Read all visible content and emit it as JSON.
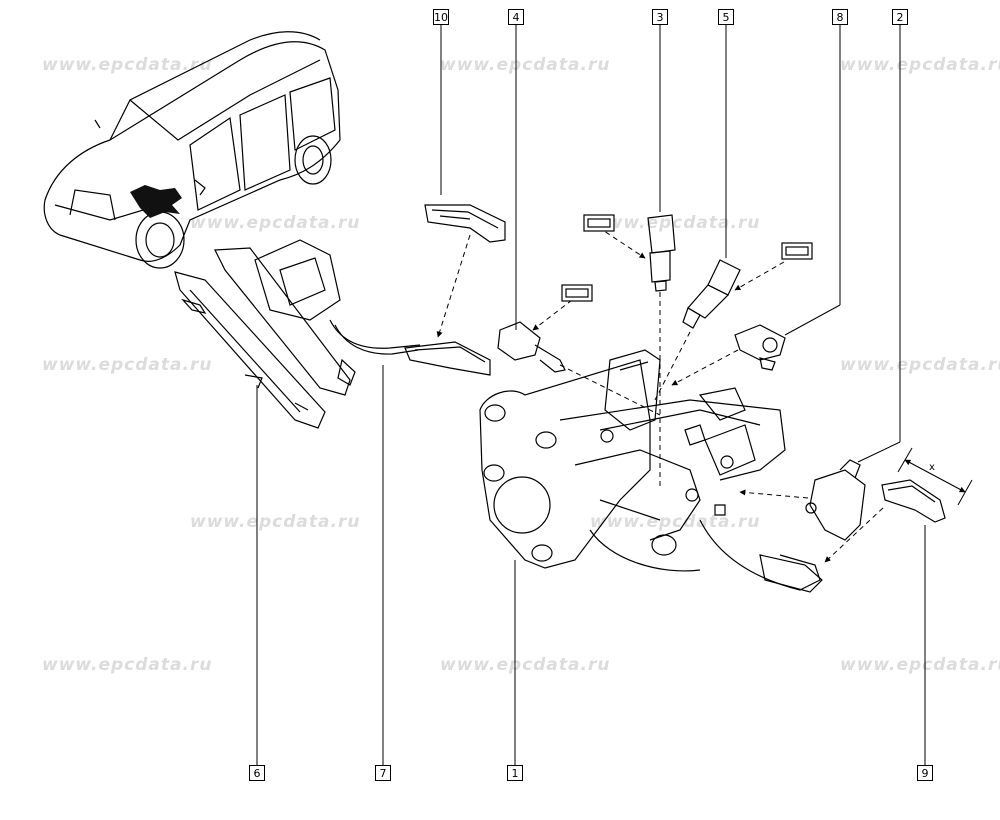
{
  "watermark": "www.epcdata.ru",
  "callouts": {
    "c10": "10",
    "c4": "4",
    "c3": "3",
    "c5": "5",
    "c8": "8",
    "c2": "2",
    "c6": "6",
    "c7": "7",
    "c1": "1",
    "c9": "9"
  },
  "dimension_label": "x"
}
